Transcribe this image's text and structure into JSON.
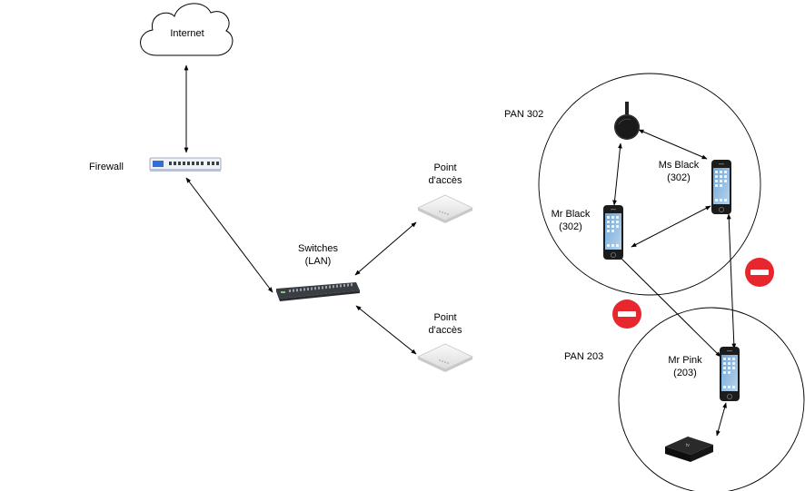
{
  "labels": {
    "internet": "Internet",
    "firewall": "Firewall",
    "switches_line1": "Switches",
    "switches_line2": "(LAN)",
    "ap1_line1": "Point",
    "ap1_line2": "d'accès",
    "ap2_line1": "Point",
    "ap2_line2": "d'accès",
    "pan302": "PAN 302",
    "pan203": "PAN 203",
    "ms_black_line1": "Ms Black",
    "ms_black_line2": "(302)",
    "mr_black_line1": "Mr Black",
    "mr_black_line2": "(302)",
    "mr_pink_line1": "Mr Pink",
    "mr_pink_line2": "(203)"
  },
  "icons": {
    "cloud": "cloud-icon",
    "firewall": "firewall-appliance-icon",
    "switch": "network-switch-icon",
    "access_point": "wireless-access-point-icon",
    "phone": "smartphone-icon",
    "chromecast": "chromecast-icon",
    "apple_tv": "apple-tv-icon",
    "blocked": "no-entry-icon"
  },
  "colors": {
    "no_entry": "#e8262e",
    "device_dark": "#1c1c1c",
    "line": "#000000"
  }
}
